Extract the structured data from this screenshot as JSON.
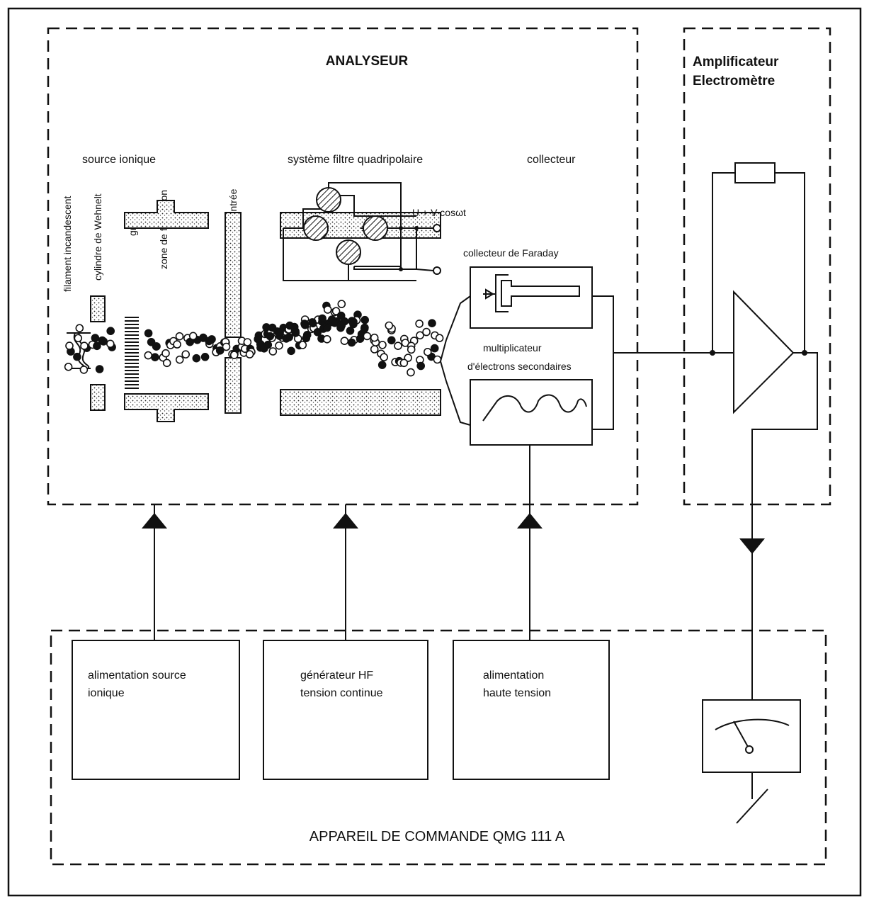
{
  "analyseur": {
    "title": "ANALYSEUR",
    "source_label": "source ionique",
    "filter_label": "système filtre quadripolaire",
    "collector_label": "collecteur",
    "filament_label": "filament incandescent",
    "wehnelt_label": "cylindre de Wehnelt",
    "grille_label": "grille",
    "zone_label": "zone de formation",
    "orifice_label": "orifice d'entrée",
    "voltage_label": "U + V cosωt",
    "faraday_label": "collecteur de Faraday",
    "multiplier_label_1": "multiplicateur",
    "multiplier_label_2": "d'électrons secondaires"
  },
  "amplifier": {
    "title_1": "Amplificateur",
    "title_2": "Electromètre"
  },
  "control_unit": {
    "title": "APPAREIL DE COMMANDE QMG 111 A",
    "box1_line1": "alimentation source",
    "box1_line2": "ionique",
    "box2_line1": "générateur HF",
    "box2_line2": "tension continue",
    "box3_line1": "alimentation",
    "box3_line2": "haute tension"
  }
}
